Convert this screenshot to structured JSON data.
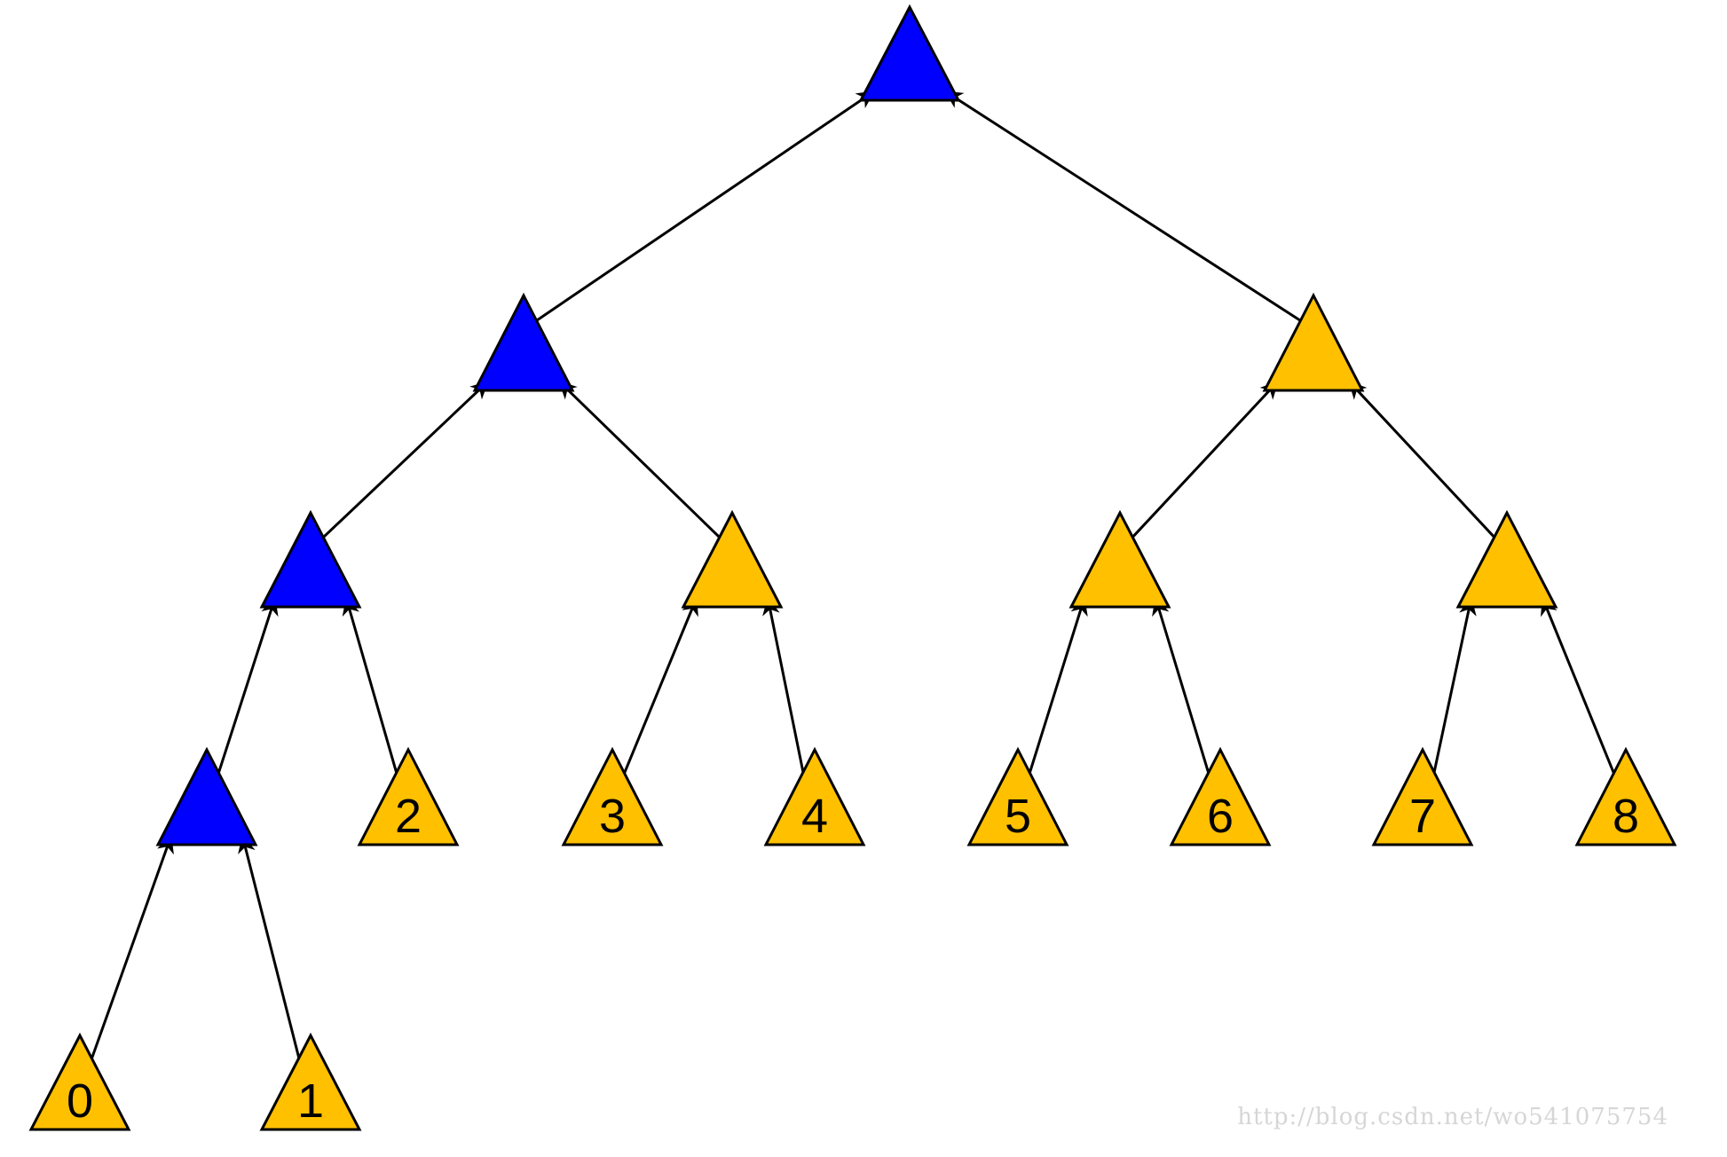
{
  "colors": {
    "blue": "#0000FF",
    "gold": "#FFC000",
    "stroke": "#000000",
    "watermark": "#D6D6D6"
  },
  "nodes": [
    {
      "id": "root",
      "label": "",
      "color": "blue"
    },
    {
      "id": "l1-left",
      "label": "",
      "color": "blue"
    },
    {
      "id": "l1-right",
      "label": "",
      "color": "gold"
    },
    {
      "id": "l2-a",
      "label": "",
      "color": "blue"
    },
    {
      "id": "l2-b",
      "label": "",
      "color": "gold"
    },
    {
      "id": "l2-c",
      "label": "",
      "color": "gold"
    },
    {
      "id": "l2-d",
      "label": "",
      "color": "gold"
    },
    {
      "id": "l3-internal",
      "label": "",
      "color": "blue"
    },
    {
      "id": "leaf-2",
      "label": "2",
      "color": "gold"
    },
    {
      "id": "leaf-3",
      "label": "3",
      "color": "gold"
    },
    {
      "id": "leaf-4",
      "label": "4",
      "color": "gold"
    },
    {
      "id": "leaf-5",
      "label": "5",
      "color": "gold"
    },
    {
      "id": "leaf-6",
      "label": "6",
      "color": "gold"
    },
    {
      "id": "leaf-7",
      "label": "7",
      "color": "gold"
    },
    {
      "id": "leaf-8",
      "label": "8",
      "color": "gold"
    },
    {
      "id": "leaf-0",
      "label": "0",
      "color": "gold"
    },
    {
      "id": "leaf-1",
      "label": "1",
      "color": "gold"
    }
  ],
  "edges": [
    {
      "from": "l1-left",
      "to": "root"
    },
    {
      "from": "l1-right",
      "to": "root"
    },
    {
      "from": "l2-a",
      "to": "l1-left"
    },
    {
      "from": "l2-b",
      "to": "l1-left"
    },
    {
      "from": "l2-c",
      "to": "l1-right"
    },
    {
      "from": "l2-d",
      "to": "l1-right"
    },
    {
      "from": "l3-internal",
      "to": "l2-a"
    },
    {
      "from": "leaf-2",
      "to": "l2-a"
    },
    {
      "from": "leaf-3",
      "to": "l2-b"
    },
    {
      "from": "leaf-4",
      "to": "l2-b"
    },
    {
      "from": "leaf-5",
      "to": "l2-c"
    },
    {
      "from": "leaf-6",
      "to": "l2-c"
    },
    {
      "from": "leaf-7",
      "to": "l2-d"
    },
    {
      "from": "leaf-8",
      "to": "l2-d"
    },
    {
      "from": "leaf-0",
      "to": "l3-internal"
    },
    {
      "from": "leaf-1",
      "to": "l3-internal"
    }
  ],
  "watermark": "http://blog.csdn.net/wo541075754"
}
